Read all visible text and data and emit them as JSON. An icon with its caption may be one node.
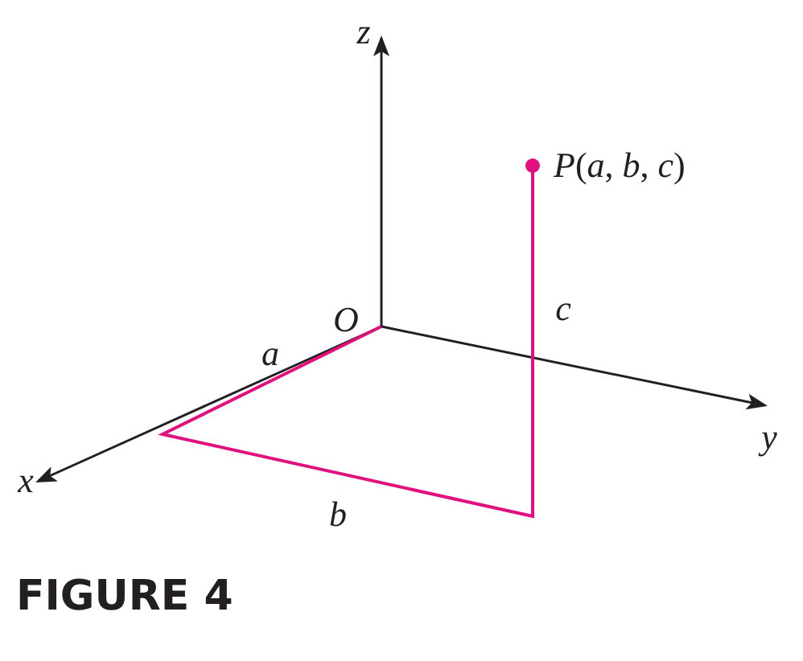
{
  "diagram": {
    "caption": "FIGURE 4",
    "labels": [
      "z",
      "*P*(*a*, *b*, *c*)",
      "O",
      "c",
      "a",
      "y",
      "x",
      "b"
    ]
  }
}
